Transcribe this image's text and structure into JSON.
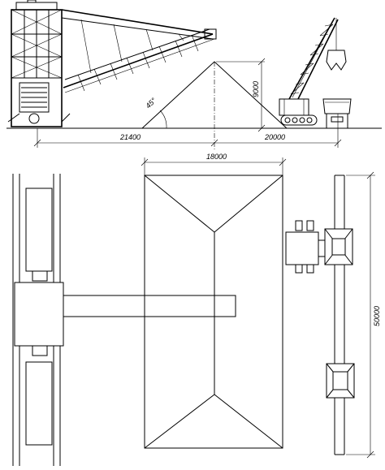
{
  "elevation": {
    "angle": "45°",
    "pile_height": "9000",
    "left_span": "21400",
    "right_span": "20000"
  },
  "plan": {
    "pile_width": "18000",
    "rail_length": "50000"
  }
}
